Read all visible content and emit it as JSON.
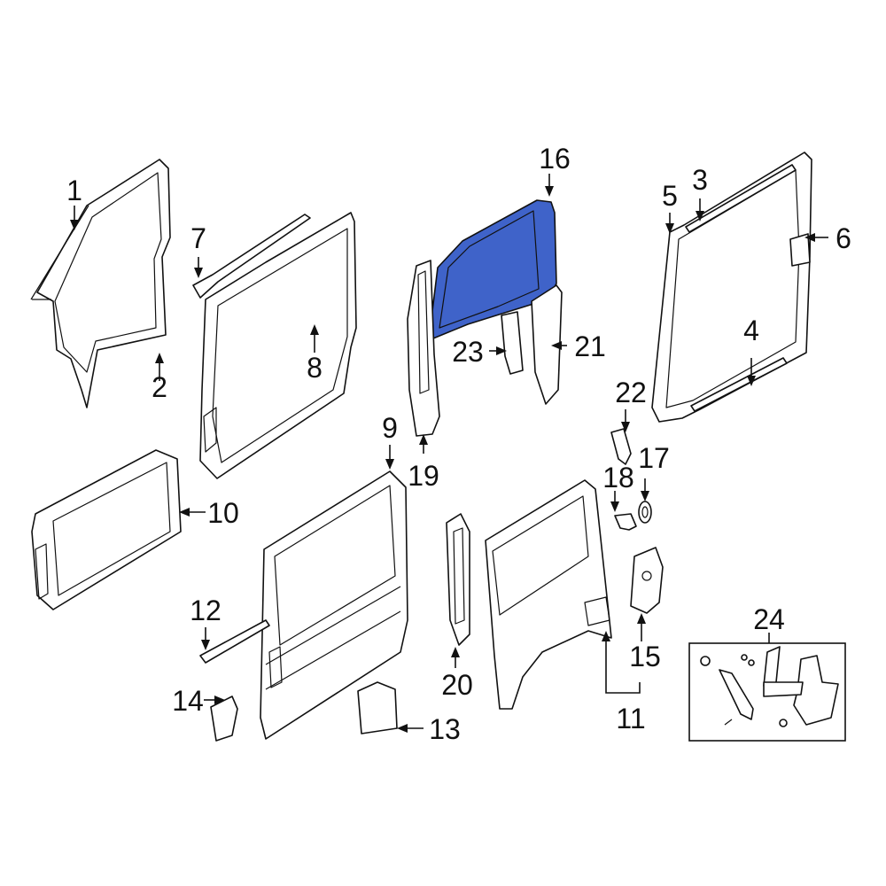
{
  "diagram": {
    "highlight_color": "#3f63c9",
    "callouts": [
      "1",
      "2",
      "3",
      "4",
      "5",
      "6",
      "7",
      "8",
      "9",
      "10",
      "11",
      "12",
      "13",
      "14",
      "15",
      "16",
      "17",
      "18",
      "19",
      "20",
      "21",
      "22",
      "23",
      "24"
    ]
  }
}
